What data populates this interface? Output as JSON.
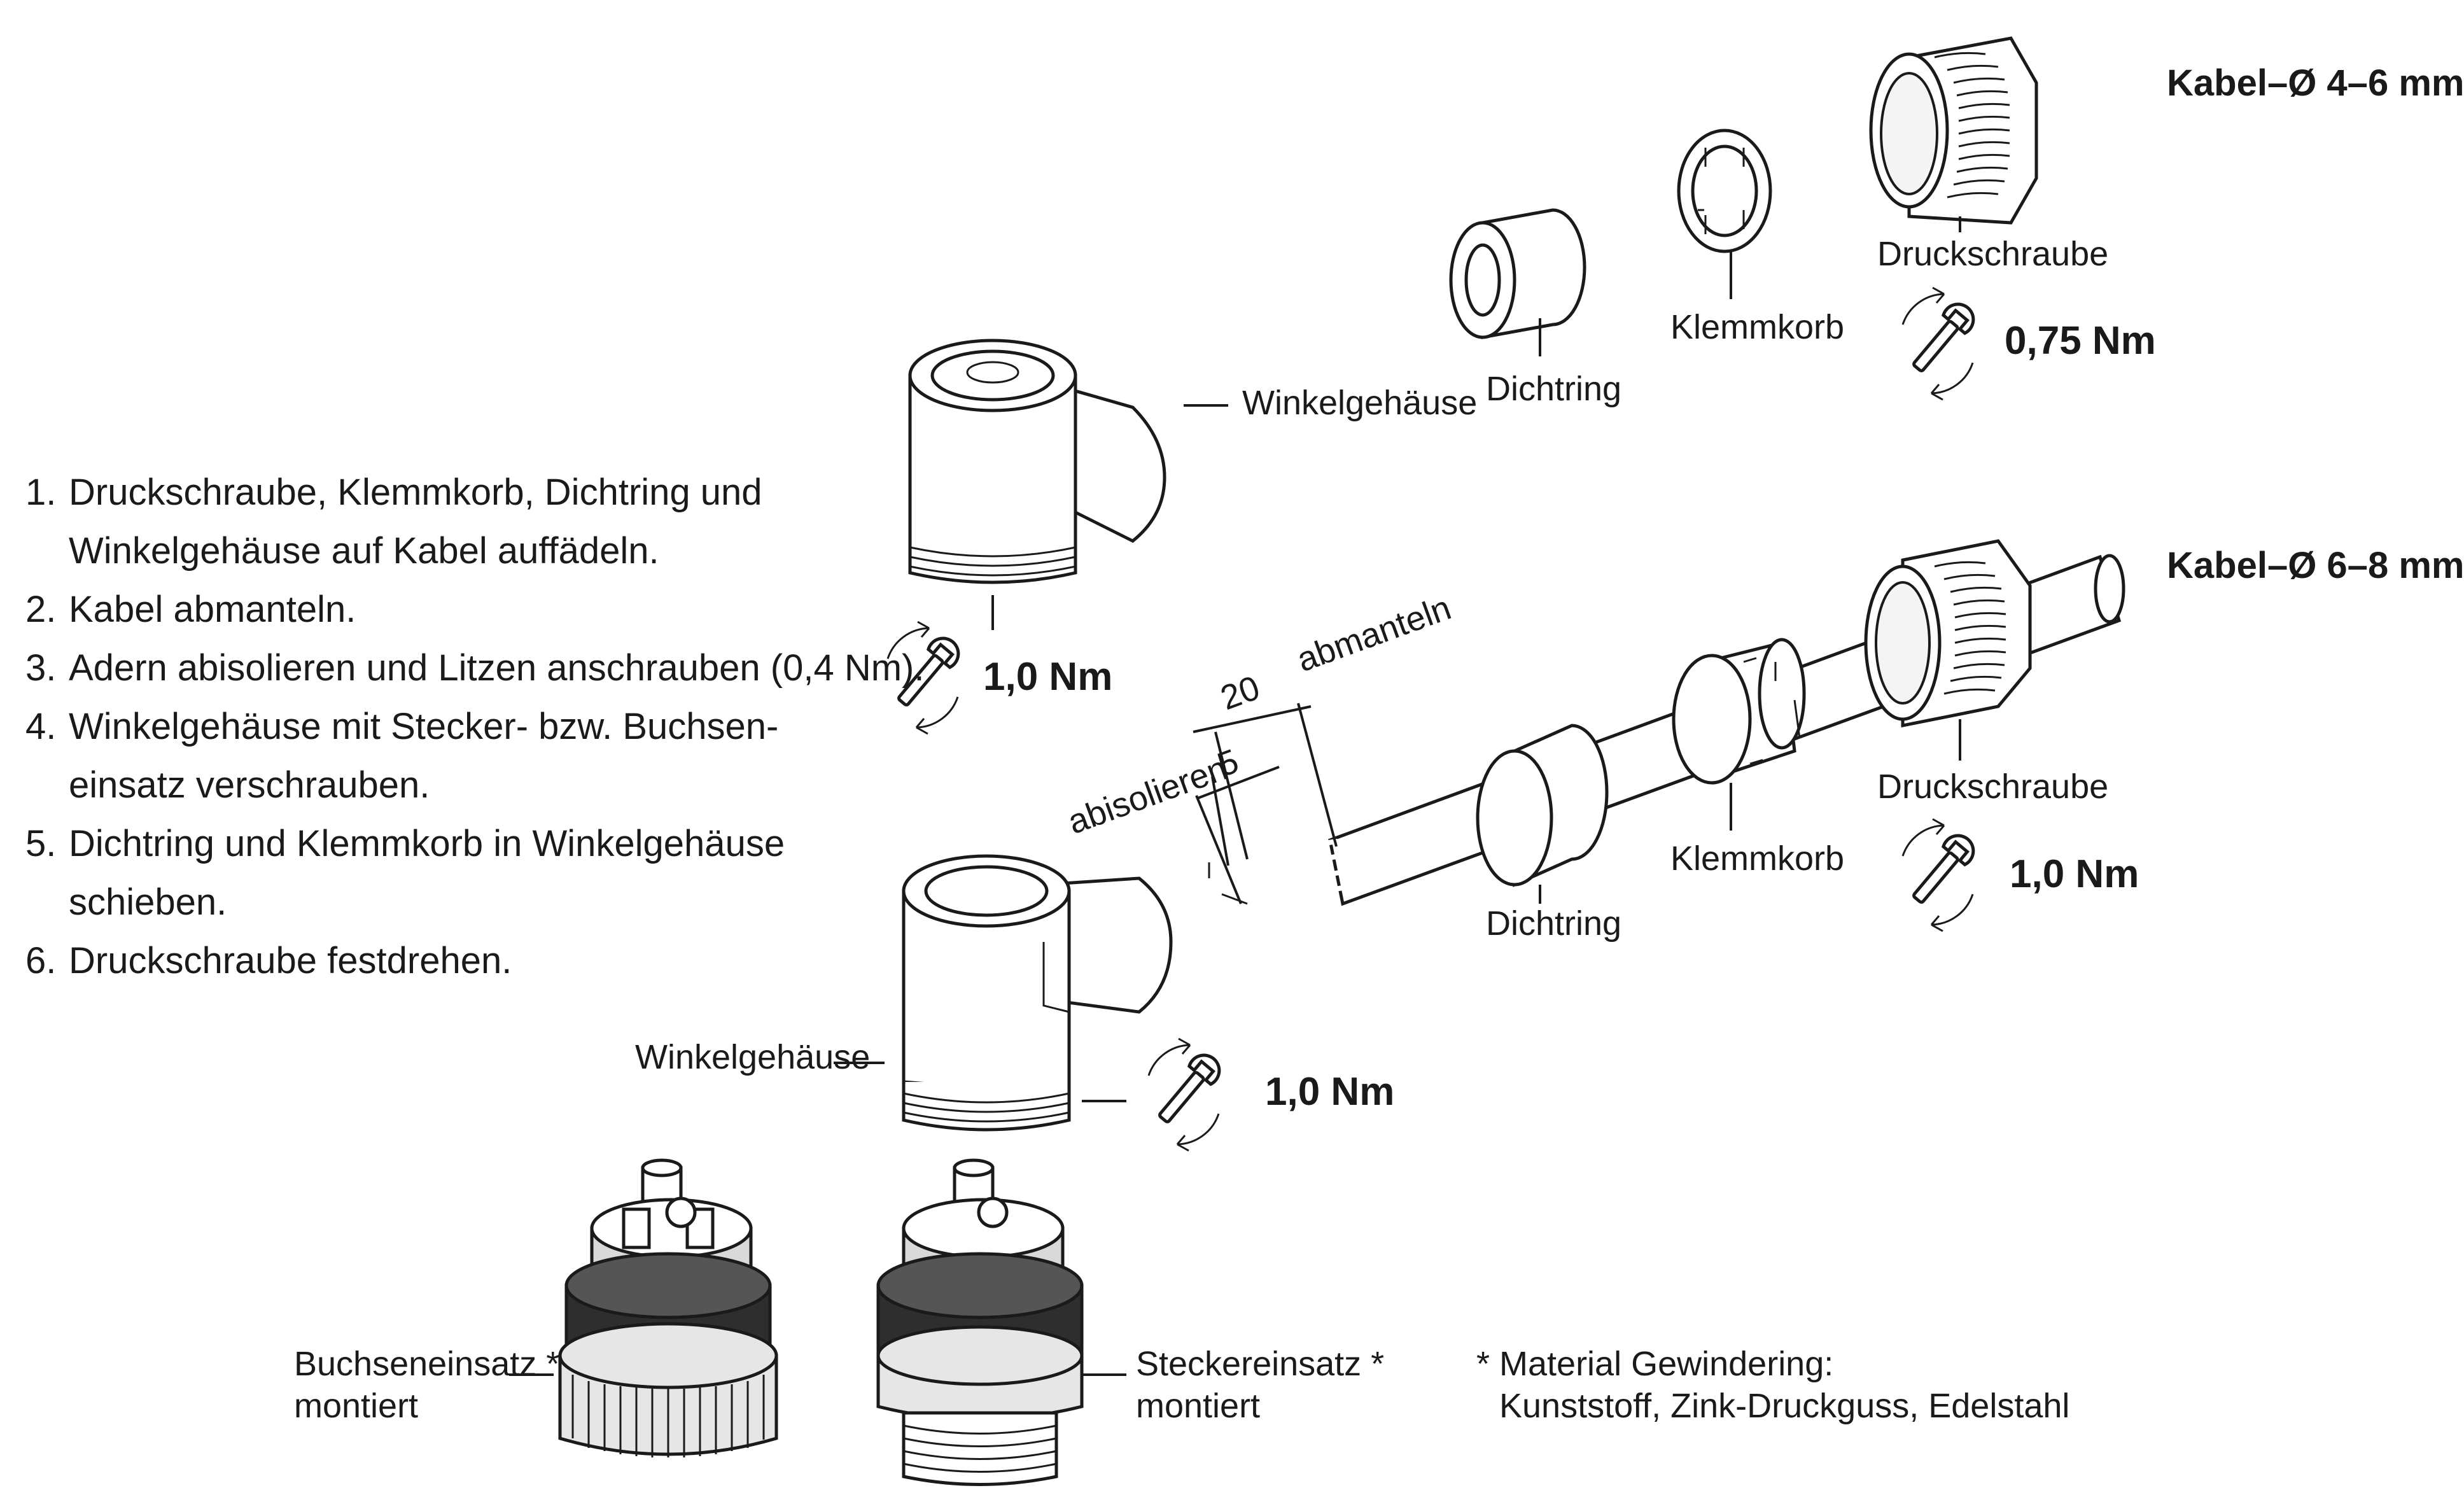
{
  "steps": [
    {
      "num": "1.",
      "line1": "Druckschraube, Klemmkorb, Dichtring und",
      "line2": "Winkelgehäuse auf Kabel auffädeln."
    },
    {
      "num": "2.",
      "line1": "Kabel abmanteln.",
      "line2": ""
    },
    {
      "num": "3.",
      "line1": "Adern abisolieren und Litzen anschrauben (0,4 Nm).",
      "line2": ""
    },
    {
      "num": "4.",
      "line1": "Winkelgehäuse mit Stecker- bzw. Buchsen-",
      "line2": "einsatz verschrauben."
    },
    {
      "num": "5.",
      "line1": "Dichtring und Klemmkorb in Winkelgehäuse",
      "line2": "schieben."
    },
    {
      "num": "6.",
      "line1": "Druckschraube festdrehen.",
      "line2": ""
    }
  ],
  "cable_small": "Kabel–Ø 4–6 mm",
  "cable_large": "Kabel–Ø 6–8 mm",
  "labels": {
    "druckschraube_top": "Druckschraube",
    "klemmkorb_top": "Klemmkorb",
    "dichtring_top": "Dichtring",
    "winkelgehaeuse_top": "Winkelgehäuse",
    "druckschraube_mid": "Druckschraube",
    "klemmkorb_mid": "Klemmkorb",
    "dichtring_mid": "Dichtring",
    "winkelgehaeuse_low": "Winkelgehäuse",
    "abmanteln": "abmanteln",
    "abisolieren": "abisolieren",
    "dim_20": "20",
    "dim_5": "5",
    "buchseneinsatz_1": "Buchseneinsatz *",
    "buchseneinsatz_2": "montiert",
    "steckereinsatz_1": "Steckereinsatz *",
    "steckereinsatz_2": "montiert",
    "material_1": "* Material Gewindering:",
    "material_2": "Kunststoff, Zink-Druckguss, Edelstahl"
  },
  "torques": {
    "top_screw": "0,75 Nm",
    "top_housing": "1,0 Nm",
    "mid_screw": "1,0 Nm",
    "low_housing": "1,0 Nm"
  },
  "icons": [
    "wrench-rotate-icon"
  ]
}
